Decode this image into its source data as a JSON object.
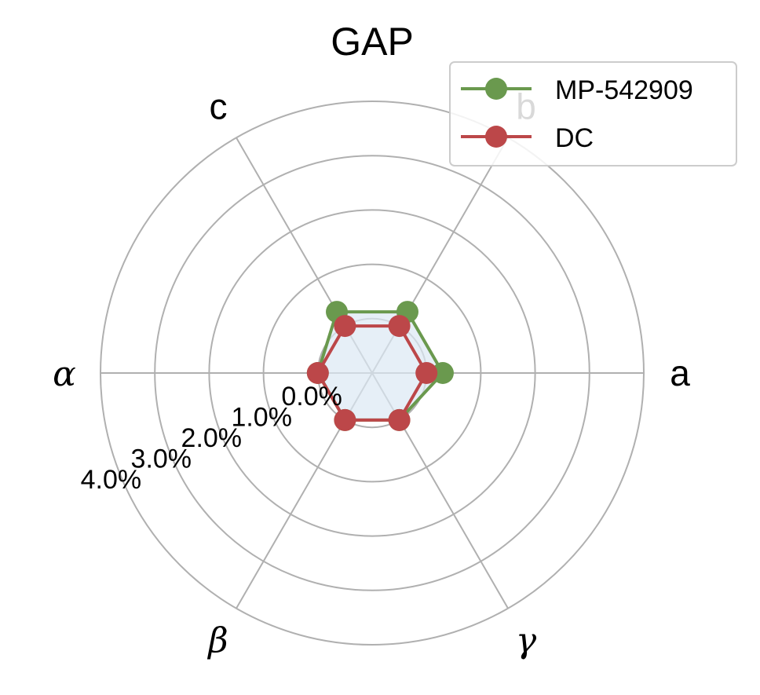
{
  "chart_data": {
    "type": "radar",
    "title": "GAP",
    "axes": [
      "a",
      "b",
      "c",
      "α",
      "β",
      "γ"
    ],
    "radial_ticks": [
      "0.0%",
      "1.0%",
      "2.0%",
      "3.0%",
      "4.0%"
    ],
    "radial_tick_values": [
      0,
      1,
      2,
      3,
      4
    ],
    "rlim": [
      -1,
      4
    ],
    "grid": true,
    "legend_position": "top-right",
    "series": [
      {
        "name": "MP-542909",
        "color": "#6a994e",
        "fill": "#dce8f3",
        "values": [
          0.3,
          0.3,
          0.3,
          0.0,
          0.0,
          0.0
        ]
      },
      {
        "name": "DC",
        "color": "#bc4749",
        "values": [
          0.0,
          0.0,
          0.0,
          0.0,
          0.0,
          0.0
        ]
      }
    ]
  }
}
